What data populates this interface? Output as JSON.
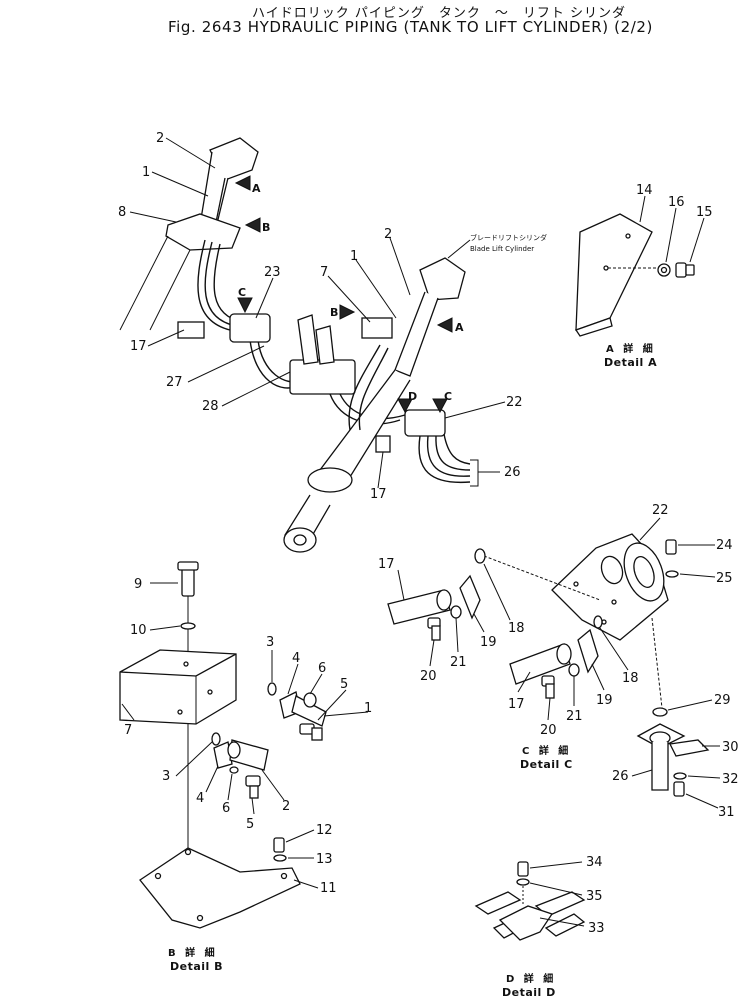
{
  "header": {
    "japanese_title": "ハイドロリック パイピング　タンク　～　リフト シリンダ",
    "english_title": "Fig. 2643  HYDRAULIC PIPING  (TANK TO LIFT CYLINDER)  (2/2)"
  },
  "cylinder_label": {
    "japanese": "ブレードリフトシリンダ",
    "english": "Blade Lift Cylinder"
  },
  "view_callouts": {
    "A": "A",
    "B": "B",
    "C": "C",
    "D": "D"
  },
  "details": {
    "A": {
      "japanese": "A 詳 細",
      "english": "Detail A"
    },
    "B": {
      "japanese": "B 詳 細",
      "english": "Detail B"
    },
    "C": {
      "japanese": "C 詳 細",
      "english": "Detail C"
    },
    "D": {
      "japanese": "D 詳 細",
      "english": "Detail D"
    }
  },
  "part_numbers": {
    "main_left": [
      "2",
      "1",
      "8",
      "17",
      "23",
      "27",
      "28"
    ],
    "main_right": [
      "2",
      "1",
      "7",
      "17",
      "22",
      "26"
    ],
    "detail_a": [
      "14",
      "16",
      "15"
    ],
    "detail_b": [
      "9",
      "10",
      "7",
      "3",
      "4",
      "6",
      "5",
      "1",
      "3",
      "4",
      "6",
      "5",
      "2",
      "12",
      "13",
      "11"
    ],
    "detail_c": [
      "22",
      "24",
      "25",
      "17",
      "18",
      "19",
      "20",
      "21",
      "18",
      "17",
      "19",
      "20",
      "21",
      "29",
      "30",
      "26",
      "32",
      "31"
    ],
    "detail_d": [
      "34",
      "35",
      "33"
    ]
  }
}
